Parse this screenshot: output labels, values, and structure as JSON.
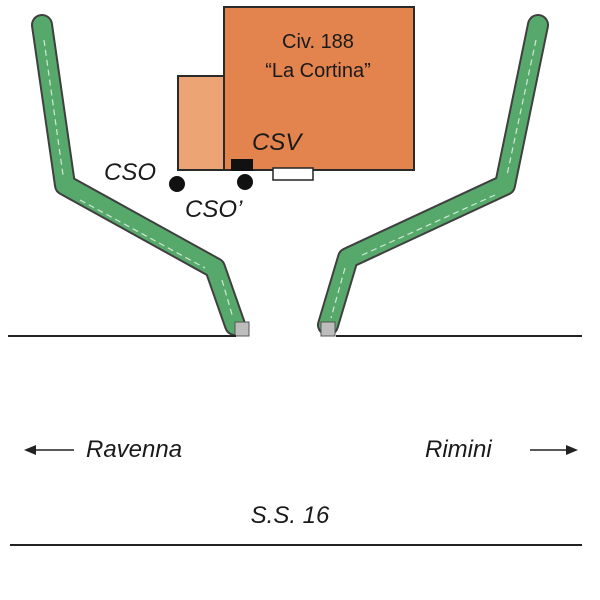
{
  "building": {
    "line1": "Civ. 188",
    "line2": "“La Cortina”",
    "main_color": "#e3844f",
    "annex_color": "#eda474"
  },
  "labels": {
    "cso": "CSO",
    "cso_prime": "CSO’",
    "csv": "CSV"
  },
  "road": {
    "name": "S.S. 16",
    "dir_left": "Ravenna",
    "dir_right": "Rimini"
  },
  "hedge_color": "#57a96b",
  "icons": {
    "left": "arrow-left-icon",
    "right": "arrow-right-icon"
  }
}
